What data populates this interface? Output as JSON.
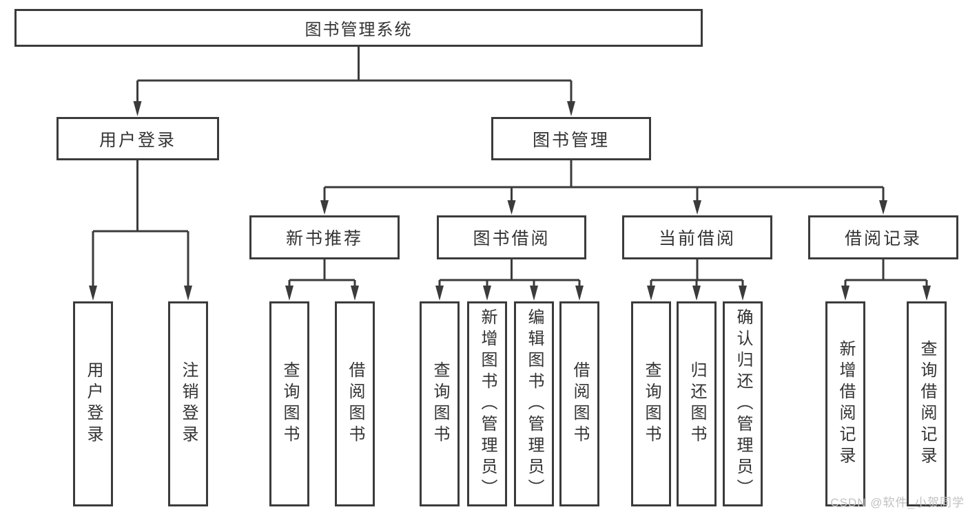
{
  "diagram": {
    "tree": {
      "root": {
        "label": "图书管理系统"
      },
      "branches": [
        {
          "label": "用户登录",
          "leaves": [
            {
              "label": "用户登录"
            },
            {
              "label": "注销登录"
            }
          ]
        },
        {
          "label": "图书管理",
          "groups": [
            {
              "label": "新书推荐",
              "leaves": [
                {
                  "label": "查询图书"
                },
                {
                  "label": "借阅图书"
                }
              ]
            },
            {
              "label": "图书借阅",
              "leaves": [
                {
                  "label": "查询图书"
                },
                {
                  "label": "新增图书（管理员）"
                },
                {
                  "label": "编辑图书（管理员）"
                },
                {
                  "label": "借阅图书"
                }
              ]
            },
            {
              "label": "当前借阅",
              "leaves": [
                {
                  "label": "查询图书"
                },
                {
                  "label": "归还图书"
                },
                {
                  "label": "确认归还（管理员）"
                }
              ]
            },
            {
              "label": "借阅记录",
              "leaves": [
                {
                  "label": "新增借阅记录"
                },
                {
                  "label": "查询借阅记录"
                }
              ]
            }
          ]
        }
      ]
    },
    "colors": {
      "line": "#3b3b3b",
      "text": "#333333",
      "background": "#ffffff",
      "watermark_text": "#c2c1c1"
    }
  },
  "watermark": {
    "text": "CSDN @软件_小贺同学"
  }
}
